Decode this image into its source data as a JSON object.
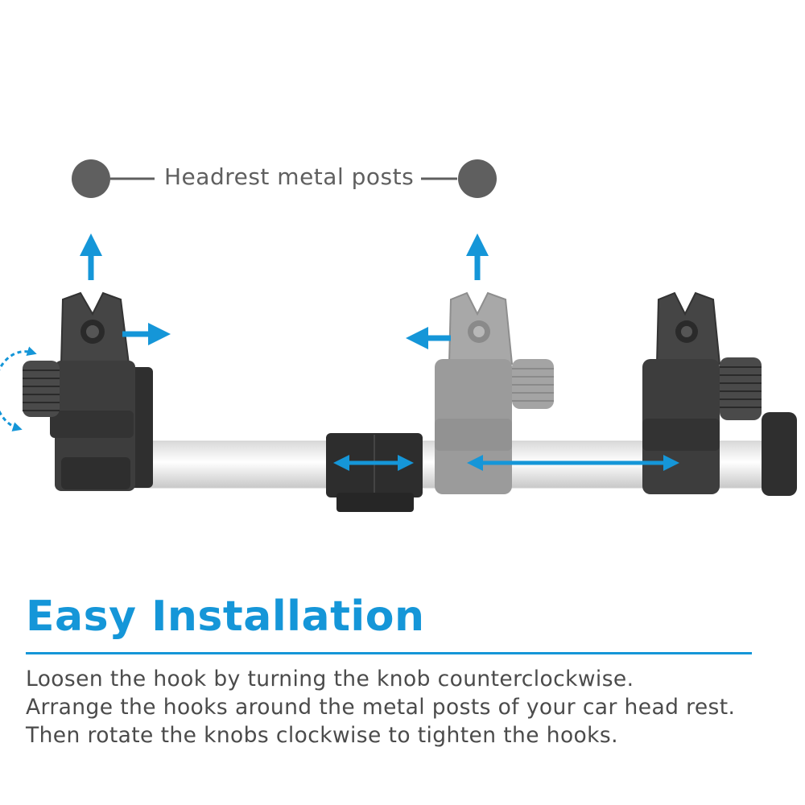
{
  "diagram": {
    "posts_label": "Headrest metal posts",
    "accent_color": "#1596d8",
    "post_color": "#5f5f5f",
    "bracket_color": "#3a3a3a",
    "ghost_bracket_color": "#9b9b9b"
  },
  "section": {
    "title": "Easy Installation",
    "lines": [
      "Loosen the hook by turning the knob counterclockwise.",
      "Arrange the hooks around the metal posts of your car head rest.",
      "Then rotate the knobs clockwise to tighten the hooks."
    ]
  }
}
